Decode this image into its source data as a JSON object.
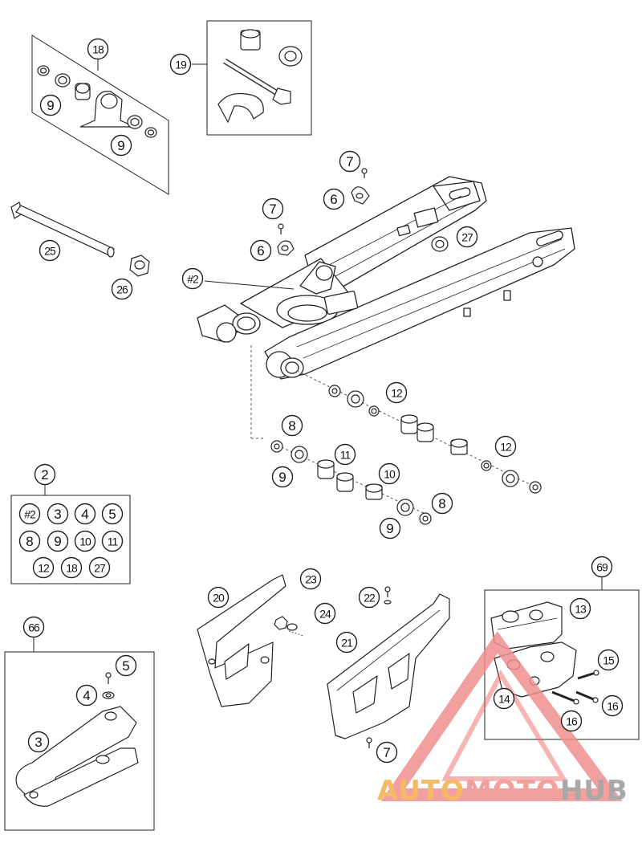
{
  "labels": {
    "l18": "18",
    "l9a": "9",
    "l9b": "9",
    "l19": "19",
    "l7a": "7",
    "l6a": "6",
    "l7b": "7",
    "l6b": "6",
    "l27a": "27",
    "l25": "25",
    "l26": "26",
    "lh2": "#2",
    "l12a": "12",
    "l8a": "8",
    "l11a": "11",
    "l9c": "9",
    "l10a": "10",
    "l12b": "12",
    "l8b": "8",
    "l9d": "9",
    "l2": "2",
    "k_h2": "#2",
    "k_3": "3",
    "k_4": "4",
    "k_5": "5",
    "k_8": "8",
    "k_9": "9",
    "k_10": "10",
    "k_11": "11",
    "k_12": "12",
    "k_18": "18",
    "k_27": "27",
    "l66": "66",
    "l5": "5",
    "l4": "4",
    "l3": "3",
    "l20": "20",
    "l23": "23",
    "l24": "24",
    "l22": "22",
    "l21": "21",
    "l7c": "7",
    "l69": "69",
    "l13": "13",
    "l15": "15",
    "l14": "14",
    "l16a": "16",
    "l16b": "16"
  },
  "watermark": {
    "part1": "AUTO",
    "part2": "MOTO",
    "part3": "HUB"
  },
  "colors": {
    "line": "#222222",
    "wm_orange": "#f3b04a",
    "wm_pink": "#f08f8f",
    "wm_red": "#ee6a6a",
    "wm_gray": "#9a9a9a"
  }
}
